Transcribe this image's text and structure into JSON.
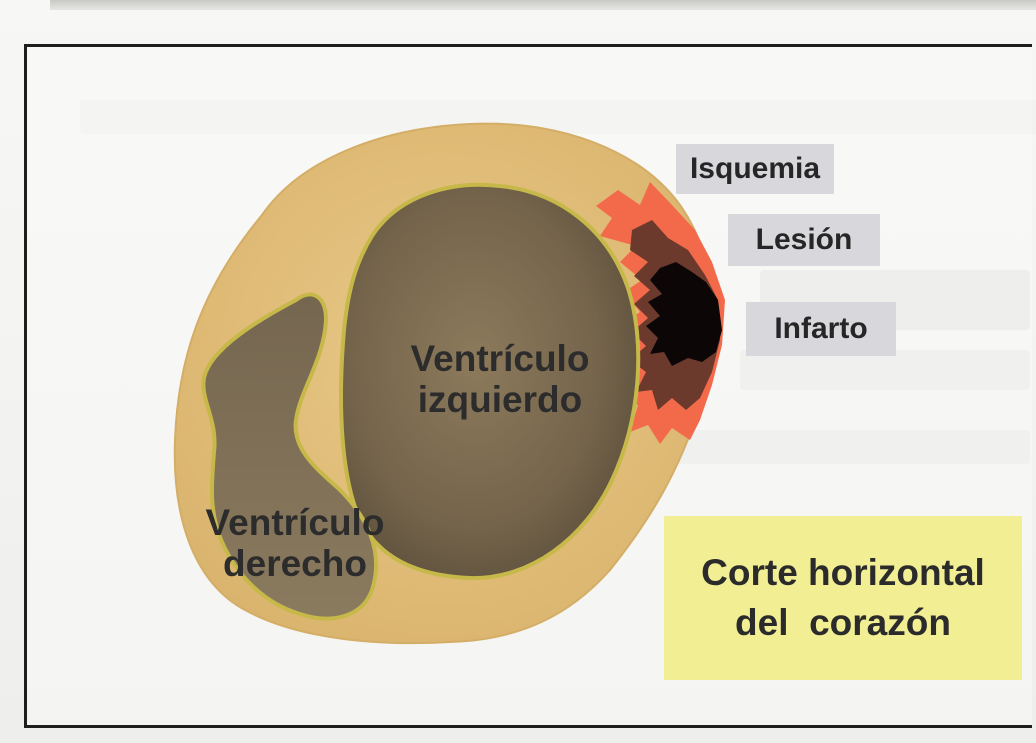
{
  "labels": {
    "left_ventricle_line1": "Ventrículo",
    "left_ventricle_line2": "izquierdo",
    "right_ventricle_line1": "Ventrículo",
    "right_ventricle_line2": "derecho"
  },
  "zones": {
    "ischemia": "Isquemia",
    "injury": "Lesión",
    "infarction": "Infarto"
  },
  "caption": {
    "line1": "Corte horizontal",
    "line2": "del  corazón"
  },
  "colors": {
    "myocardium": "#e0bc79",
    "ventricle_border": "#c7b84a",
    "left_ventricle": "#7a6a50",
    "right_ventricle": "#806f55",
    "ischemia_zone": "#f26a4a",
    "injury_zone": "#6b3a2c",
    "infarction_zone": "#0c0606",
    "tag_background": "#d8d8dc",
    "caption_background": "#f2ee94"
  }
}
